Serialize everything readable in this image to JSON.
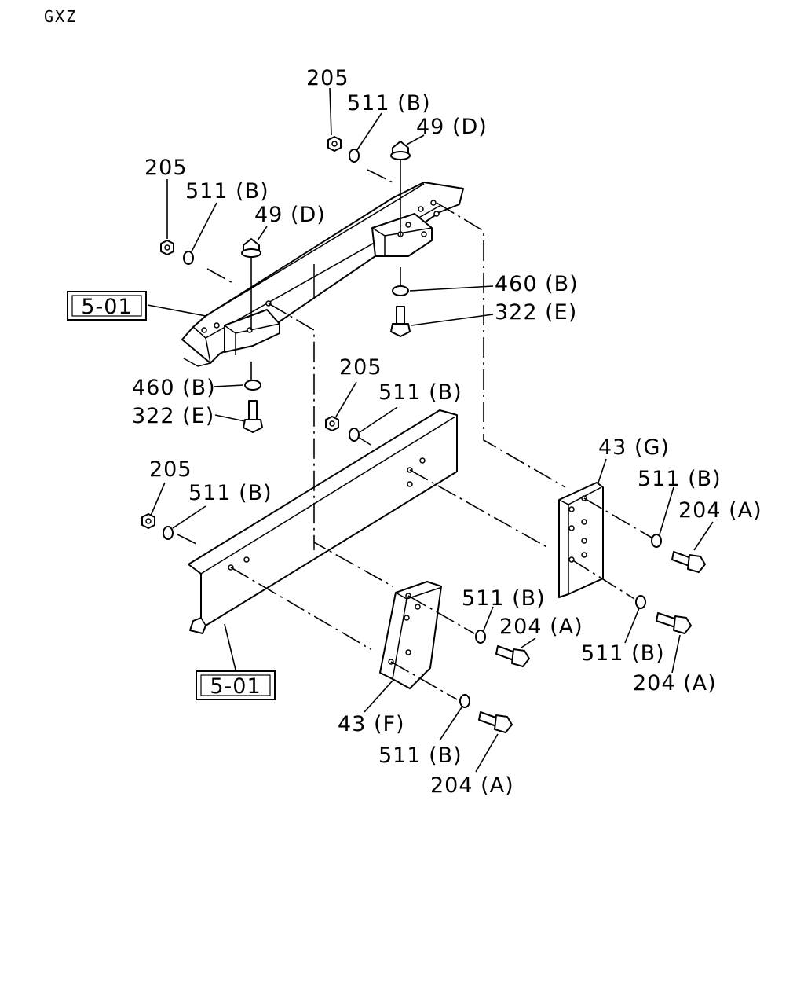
{
  "header": {
    "model_code": "GXZ"
  },
  "references": {
    "frame_upper": "5-01",
    "frame_lower": "5-01"
  },
  "labels": {
    "nut_a": "205",
    "washer_a": "511 (B)",
    "nut_flange_a": "49 (D)",
    "nut_b": "205",
    "washer_b": "511 (B)",
    "nut_flange_b": "49 (D)",
    "cushion_a": "460 (B)",
    "bolt_a": "322 (E)",
    "cushion_b": "460 (B)",
    "bolt_b": "322 (E)",
    "nut_c": "205",
    "washer_c": "511 (B)",
    "nut_d": "205",
    "washer_d": "511 (B)",
    "bracket_g": "43 (G)",
    "washer_g1": "511 (B)",
    "bolt_g1": "204 (A)",
    "washer_g2": "511 (B)",
    "bolt_g2": "204 (A)",
    "washer_f1": "511 (B)",
    "bolt_f1": "204 (A)",
    "bracket_f": "43 (F)",
    "washer_f2": "511 (B)",
    "bolt_f2": "204 (A)"
  }
}
